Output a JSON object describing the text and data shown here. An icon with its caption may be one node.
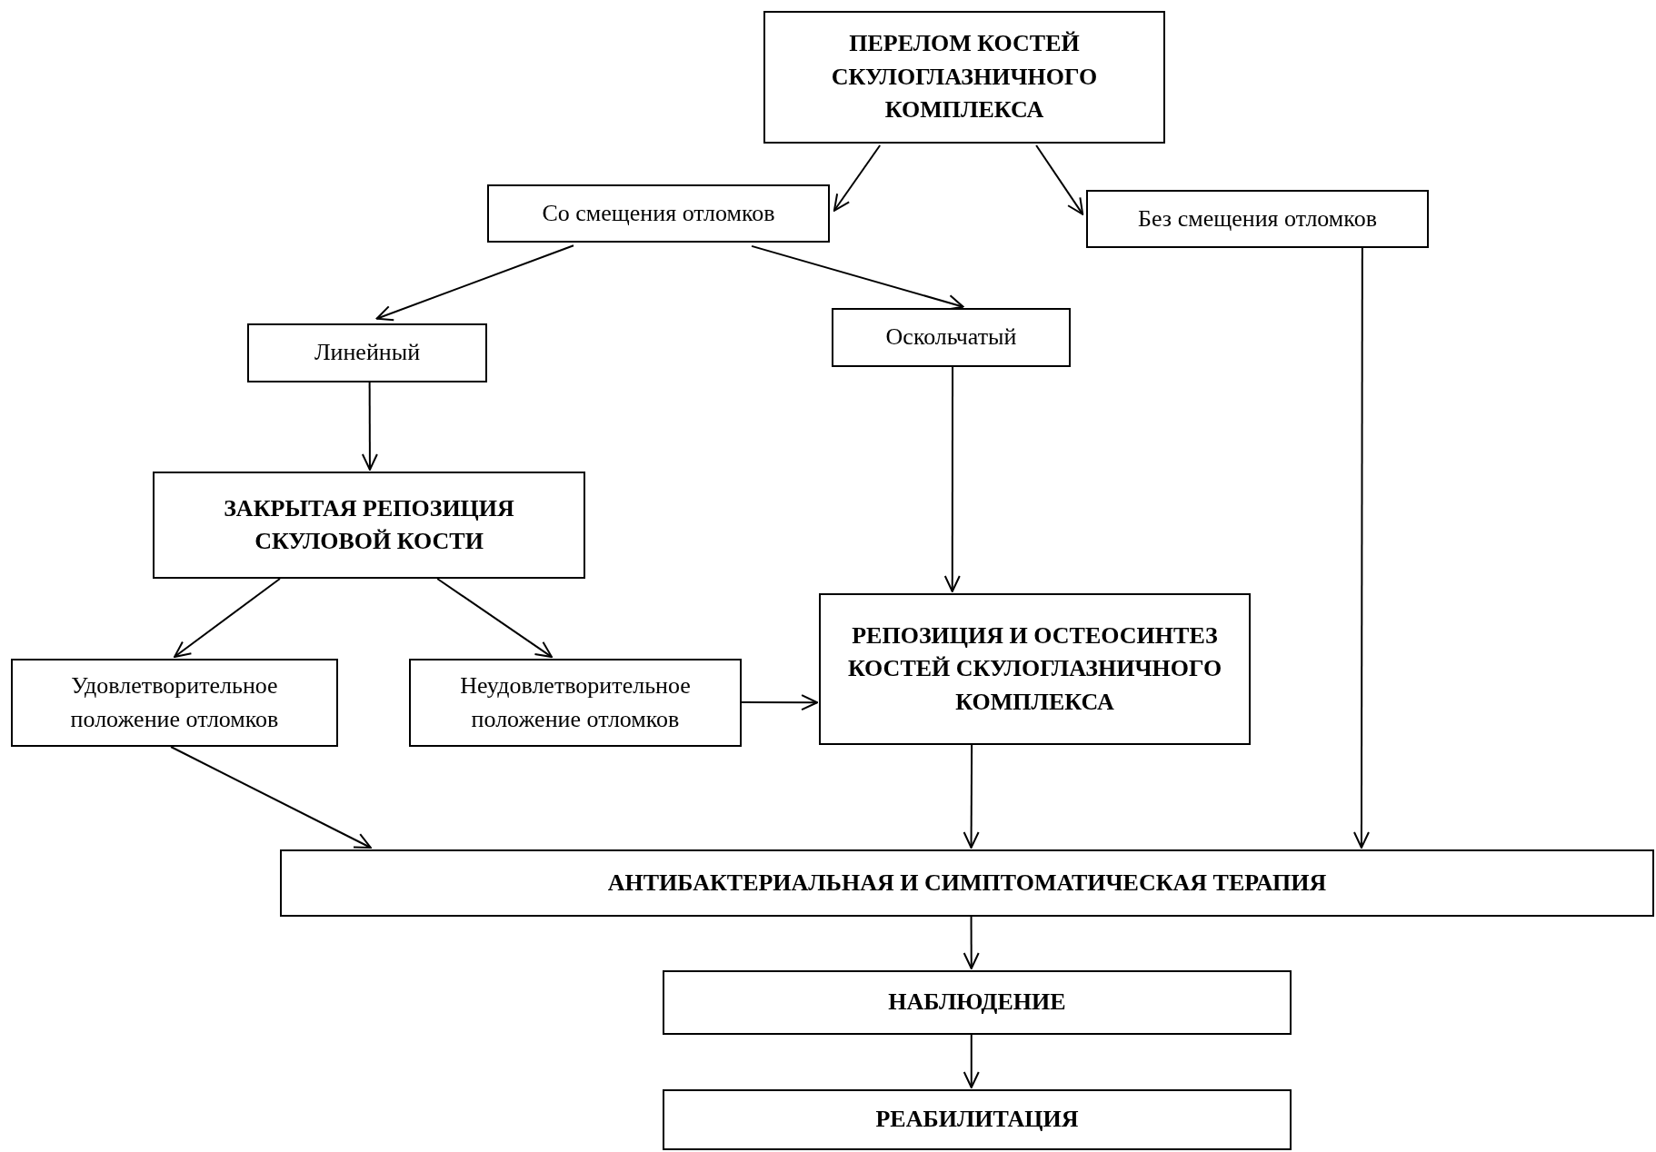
{
  "diagram": {
    "nodes": [
      {
        "text": [
          "ПЕРЕЛОМ КОСТЕЙ СКУЛОГЛАЗНИЧНОГО КОМПЛЕКСА"
        ]
      },
      {
        "text": [
          "Со смещения отломков"
        ]
      },
      {
        "text": [
          "Без смещения отломков"
        ]
      },
      {
        "text": [
          "Линейный"
        ]
      },
      {
        "text": [
          "Оскольчатый"
        ]
      },
      {
        "text": [
          "ЗАКРЫТАЯ РЕПОЗИЦИЯ СКУЛОВОЙ КОСТИ"
        ]
      },
      {
        "text": [
          "РЕПОЗИЦИЯ И ОСТЕОСИНТЕЗ КОСТЕЙ СКУЛОГЛАЗНИЧНОГО КОМПЛЕКСА"
        ]
      },
      {
        "text": [
          "Удовлетворительное положение отломков"
        ]
      },
      {
        "text": [
          "Неудовлетворительное положение отломков"
        ]
      },
      {
        "text": [
          "АНТИБАКТЕРИАЛЬНАЯ И СИМПТОМАТИЧЕСКАЯ ТЕРАПИЯ"
        ]
      },
      {
        "text": [
          "НАБЛЮДЕНИЕ"
        ]
      },
      {
        "text": [
          "РЕАБИЛИТАЦИЯ"
        ]
      }
    ],
    "edges": [
      {
        "from": 0,
        "to": 1,
        "arrow": "to"
      },
      {
        "from": 0,
        "to": 2,
        "arrow": "to"
      },
      {
        "from": 1,
        "to": 3,
        "arrow": "to"
      },
      {
        "from": 1,
        "to": 4,
        "arrow": "to"
      },
      {
        "from": 3,
        "to": 5,
        "arrow": "to"
      },
      {
        "from": 4,
        "to": 6,
        "arrow": "to"
      },
      {
        "from": 5,
        "to": 7,
        "arrow": "to"
      },
      {
        "from": 5,
        "to": 8,
        "arrow": "to"
      },
      {
        "from": 8,
        "to": 6,
        "arrow": "to"
      },
      {
        "from": 7,
        "to": 9,
        "arrow": "to"
      },
      {
        "from": 6,
        "to": 9,
        "arrow": "to"
      },
      {
        "from": 2,
        "to": 9,
        "arrow": "to"
      },
      {
        "from": 9,
        "to": 10,
        "arrow": "to"
      },
      {
        "from": 10,
        "to": 11,
        "arrow": "to"
      }
    ]
  }
}
